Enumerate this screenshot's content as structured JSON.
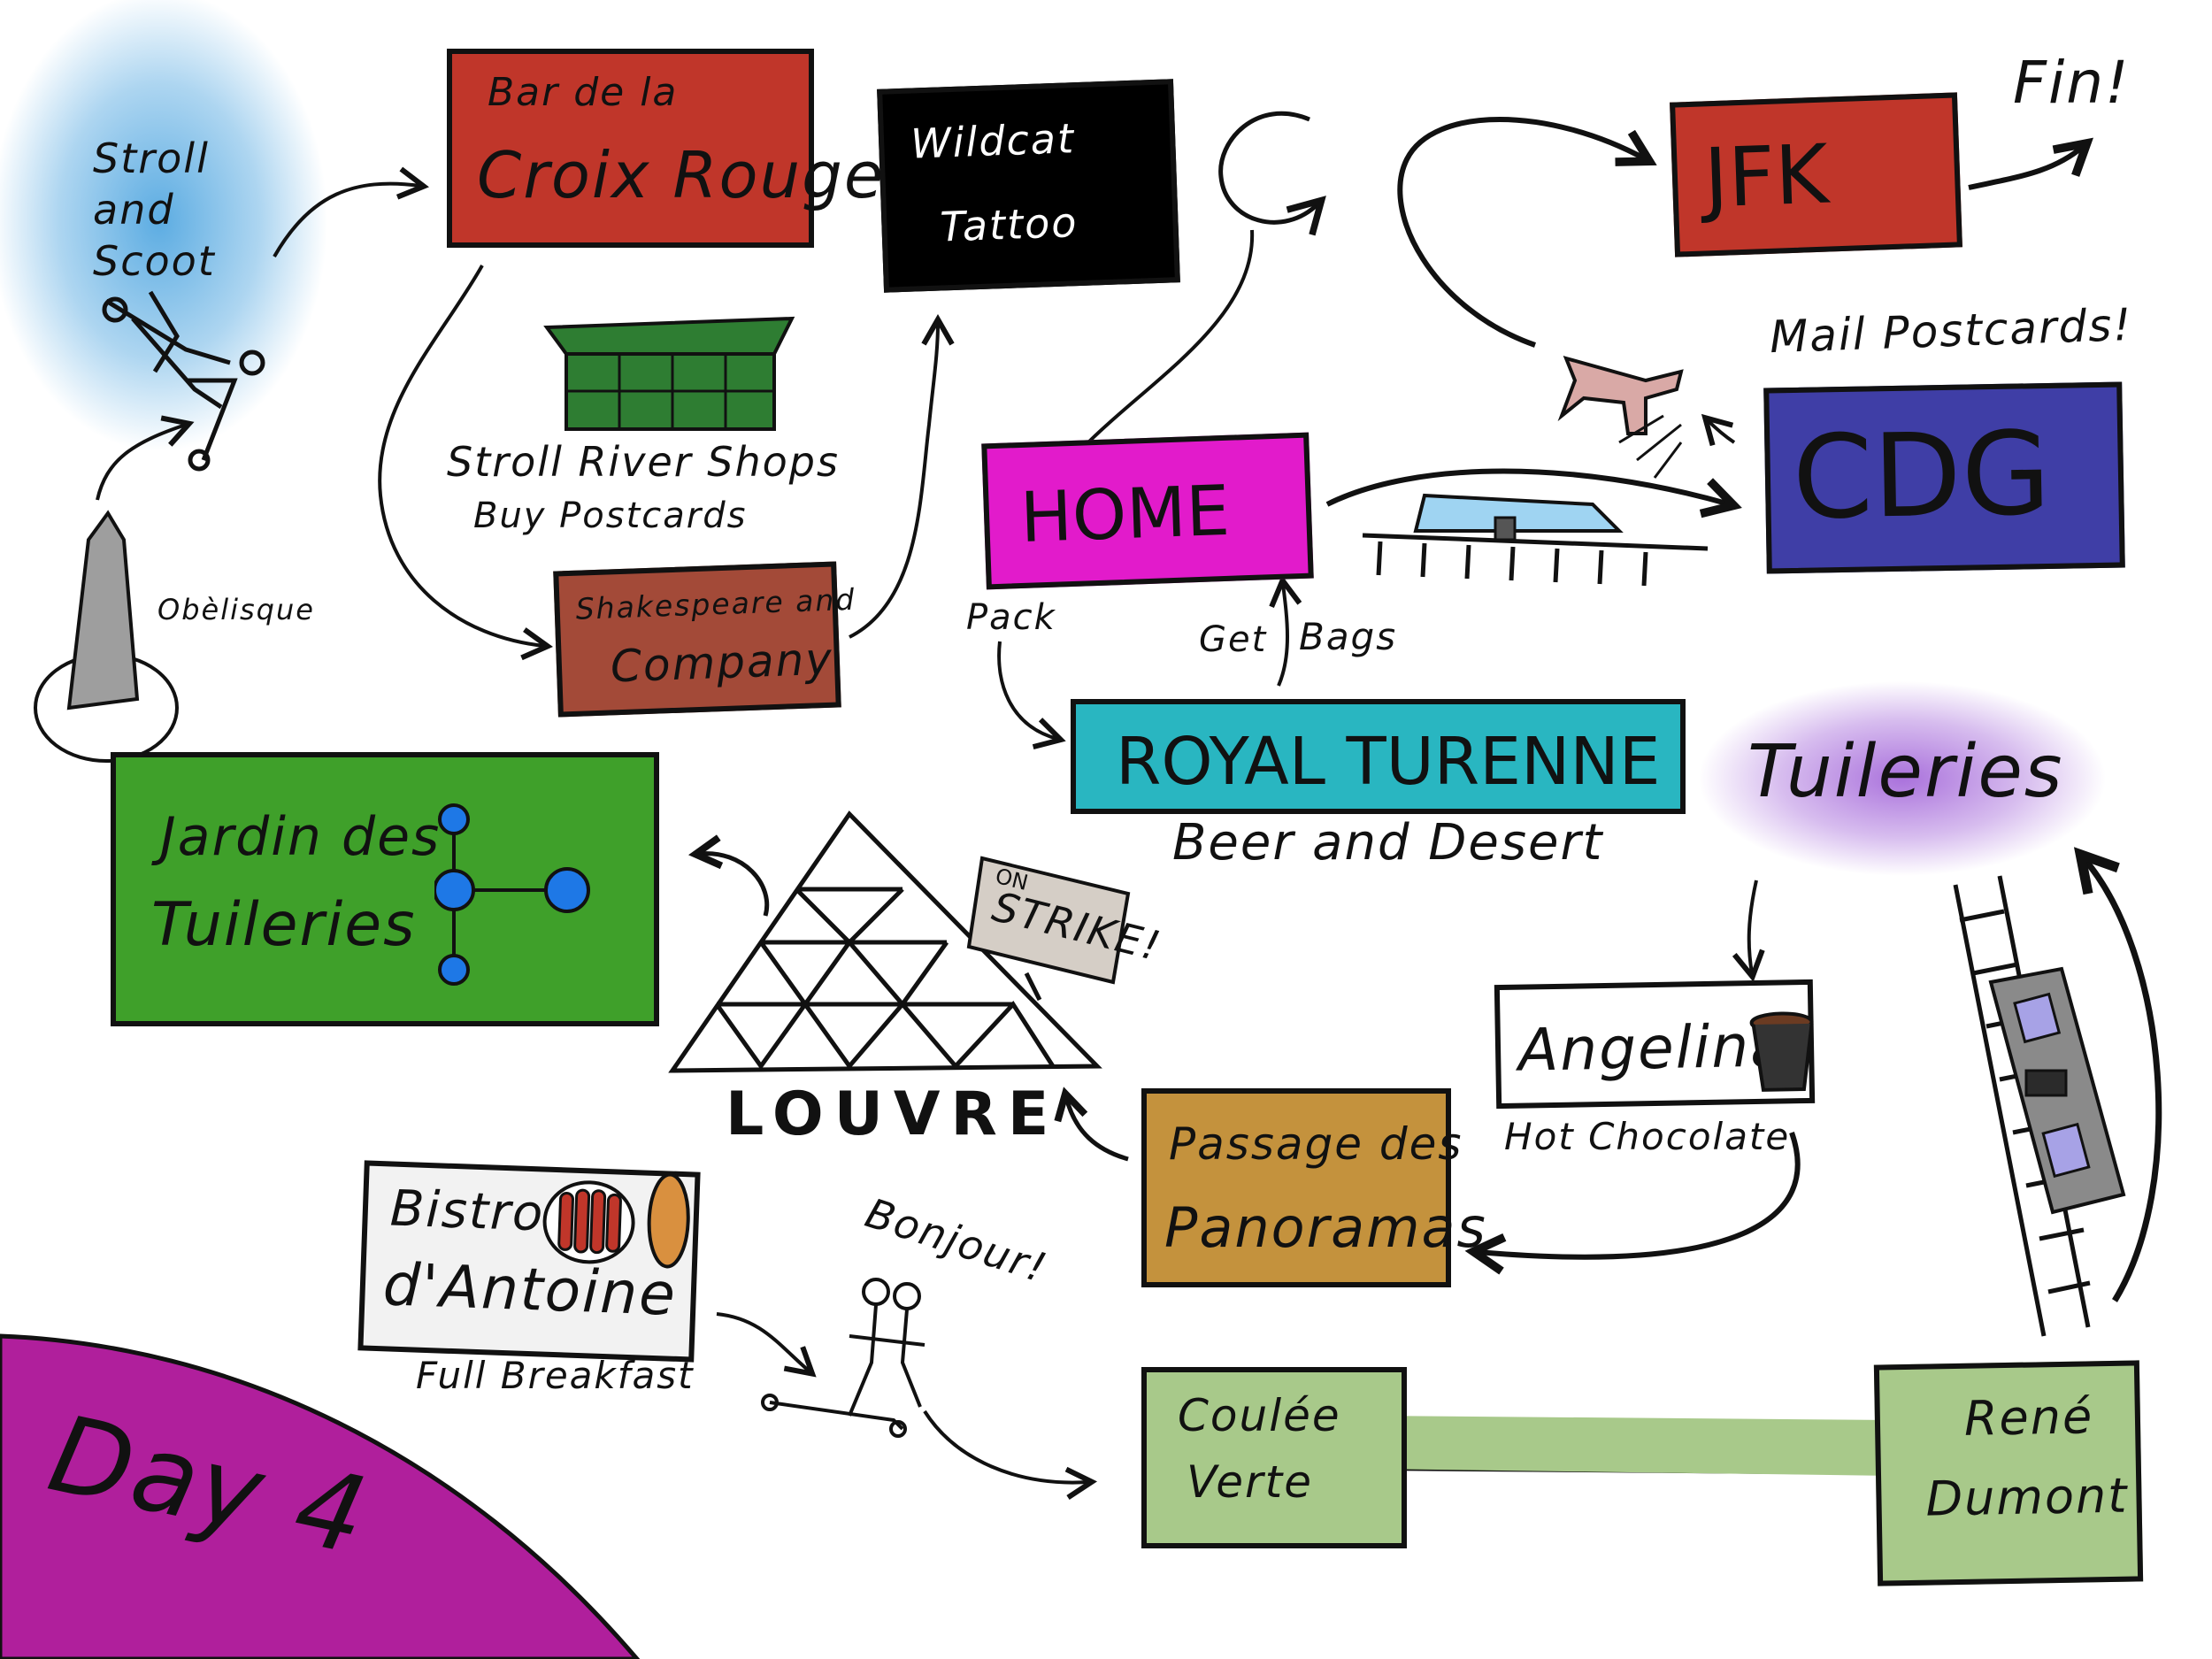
{
  "nodes": {
    "stroll_scoot": "Stroll and Scoot",
    "obelisque": "Obèlisque",
    "bar_croix_rouge_line1": "Bar de la",
    "bar_croix_rouge_line2": "Croix Rouge",
    "wildcat_line1": "Wildcat",
    "wildcat_line2": "Tattoo",
    "jfk": "JFK",
    "fin": "Fin!",
    "mail_postcards": "Mail Postcards!",
    "cdg": "CDG",
    "river_shops_line1": "Stroll River Shops",
    "river_shops_line2": "Buy Postcards",
    "shakespeare_line1": "Shakespeare and",
    "shakespeare_line2": "Company",
    "home": "HOME",
    "pack": "Pack",
    "get_bags_get": "Get",
    "get_bags_bags": "Bags",
    "royal_turenne": "ROYAL TURENNE",
    "beer_desert": "Beer and Desert",
    "tuileries": "Tuileries",
    "jardin_line1": "Jardin des",
    "jardin_line2": "Tuileries",
    "on_strike_line1": "ON",
    "on_strike_line2": "STRIKE!",
    "louvre": "LOUVRE",
    "angelina": "Angelina",
    "hot_chocolate": "Hot Chocolate",
    "passage_line1": "Passage des",
    "passage_line2": "Panoramas",
    "bistro_line1": "Bistro",
    "bistro_line2": "d'Antoine",
    "full_breakfast": "Full Breakfast",
    "bonjour": "Bonjour!",
    "coulee_line1": "Coulée",
    "coulee_line2": "Verte",
    "rene_line1": "René",
    "rene_line2": "Dumont",
    "day": "Day 4"
  },
  "colors": {
    "croix_rouge": "#c0362a",
    "wildcat": "#000000",
    "jfk": "#c0362a",
    "cdg": "#3f3ea6",
    "home": "#e21bcb",
    "royal_turenne": "#29b6c1",
    "shakespeare": "#a34a38",
    "shop_green": "#2e7d32",
    "jardin": "#3fa02a",
    "angelina": "#ffffff",
    "passage": "#c4923d",
    "bistro": "#f2f2f2",
    "coulee": "#a8c98a",
    "day_blob": "#b01f9c",
    "stroll_glow": "#4aa3df",
    "tuileries_glow": "#9b59d6",
    "fountain": "#1e78e6"
  },
  "icons": [
    "scooter-icon",
    "obelisk-icon",
    "shop-icon",
    "plane-icon",
    "train-icon",
    "pyramid-icon",
    "cup-icon",
    "sausage-plate-icon",
    "bread-icon",
    "couple-scooter-icon",
    "funicular-icon",
    "loop-arrow-icon",
    "fountain-icon"
  ]
}
